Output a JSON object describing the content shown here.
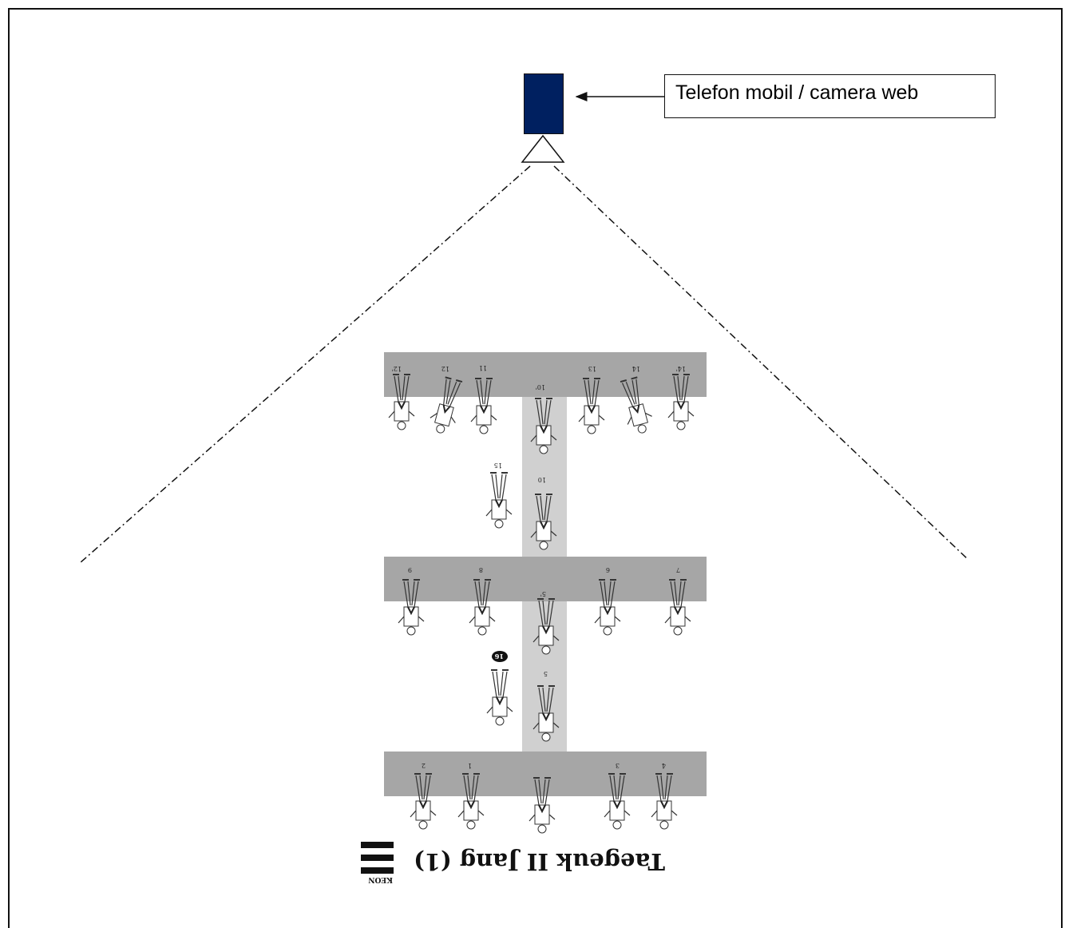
{
  "label": {
    "text": "Telefon mobil / camera web"
  },
  "poomsae": {
    "title": "Taegeuk II Jang (1)",
    "keon_label": "KEON",
    "final_marker": "16",
    "step_numbers": {
      "n1": "1",
      "n2": "2",
      "n3": "3",
      "n4": "4",
      "n5": "5",
      "n5p": "5'",
      "n6": "6",
      "n7": "7",
      "n8": "8",
      "n9": "9",
      "n10": "10",
      "n10p": "10'",
      "n11": "11",
      "n12": "12",
      "n12p": "12'",
      "n13": "13",
      "n14": "14",
      "n14p": "14'",
      "n15": "15"
    }
  },
  "colors": {
    "frame": "#111111",
    "camera": "#002060",
    "track_dark": "#a6a6a6",
    "track_light": "#d0d0d0"
  },
  "icons": [
    "camera-device",
    "tripod-icon",
    "arrow-icon",
    "keon-trigram-icon",
    "figure-icon"
  ]
}
